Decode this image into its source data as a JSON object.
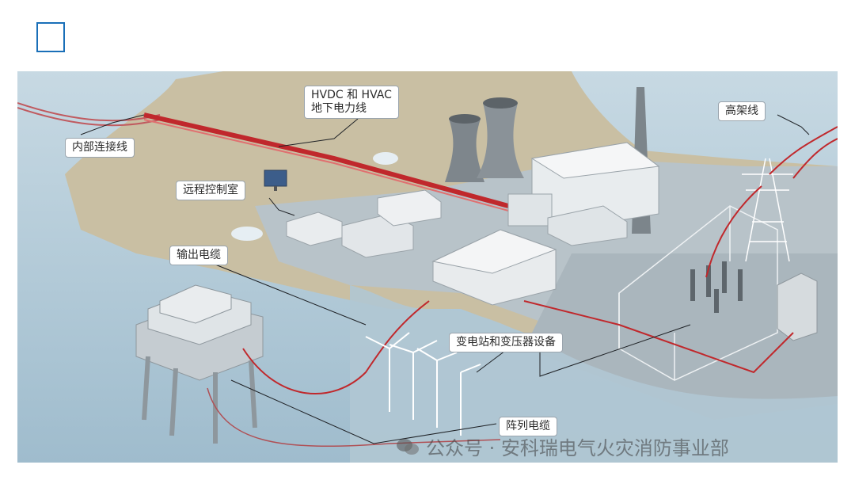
{
  "labels": {
    "internal_line": "内部连接线",
    "hvdc_hvac": "HVDC 和 HVAC\n地下电力线",
    "remote_control_room": "远程控制室",
    "output_cable": "输出电缆",
    "overhead_line": "高架线",
    "substation_transformer": "变电站和变压器设备",
    "array_cable": "阵列电缆"
  },
  "watermark": {
    "text": "公众号 · 安科瑞电气火灾消防事业部",
    "icon": "wechat-icon"
  },
  "colors": {
    "sea": "#b5ccd9",
    "land": "#c9bfa3",
    "platform": "#a8b4bc",
    "cable_red": "#c0282c",
    "accent_box": "#1a6fb8"
  }
}
